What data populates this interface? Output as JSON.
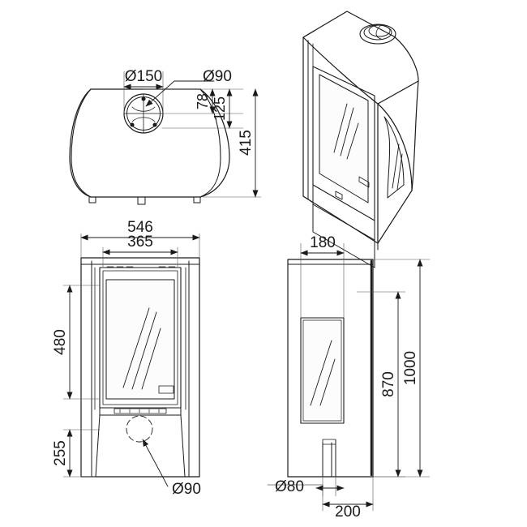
{
  "drawing": {
    "title": "Wood stove dimensional drawing",
    "units": "mm",
    "line_color": "#1a1a1a",
    "background_color": "#ffffff",
    "glass_tint": "#fcfcfc"
  },
  "views": {
    "top": {
      "name": "Top view",
      "flue_diameter_label": "Ø150",
      "air_inlet_label": "Ø90",
      "dim_flue_front_offset": "78",
      "dim_flue_center_offset": "125",
      "dim_depth": "415"
    },
    "iso": {
      "name": "Isometric view"
    },
    "front": {
      "name": "Front view",
      "dim_overall_width": "546",
      "dim_door_width": "365",
      "dim_door_height": "480",
      "dim_base_height": "255",
      "air_inlet_label": "Ø90"
    },
    "side": {
      "name": "Side view",
      "dim_glass_width": "180",
      "dim_body_height": "870",
      "dim_overall_height": "1000",
      "pipe_label": "Ø80",
      "dim_pipe_offset": "200"
    }
  },
  "dimension_values": {
    "d150": "Ø150",
    "d90_top": "Ø90",
    "n78": "78",
    "n125": "125",
    "n415": "415",
    "n546": "546",
    "n365": "365",
    "n480": "480",
    "n255": "255",
    "d90_front": "Ø90",
    "n180": "180",
    "n870": "870",
    "n1000": "1000",
    "d80": "Ø80",
    "n200": "200"
  }
}
